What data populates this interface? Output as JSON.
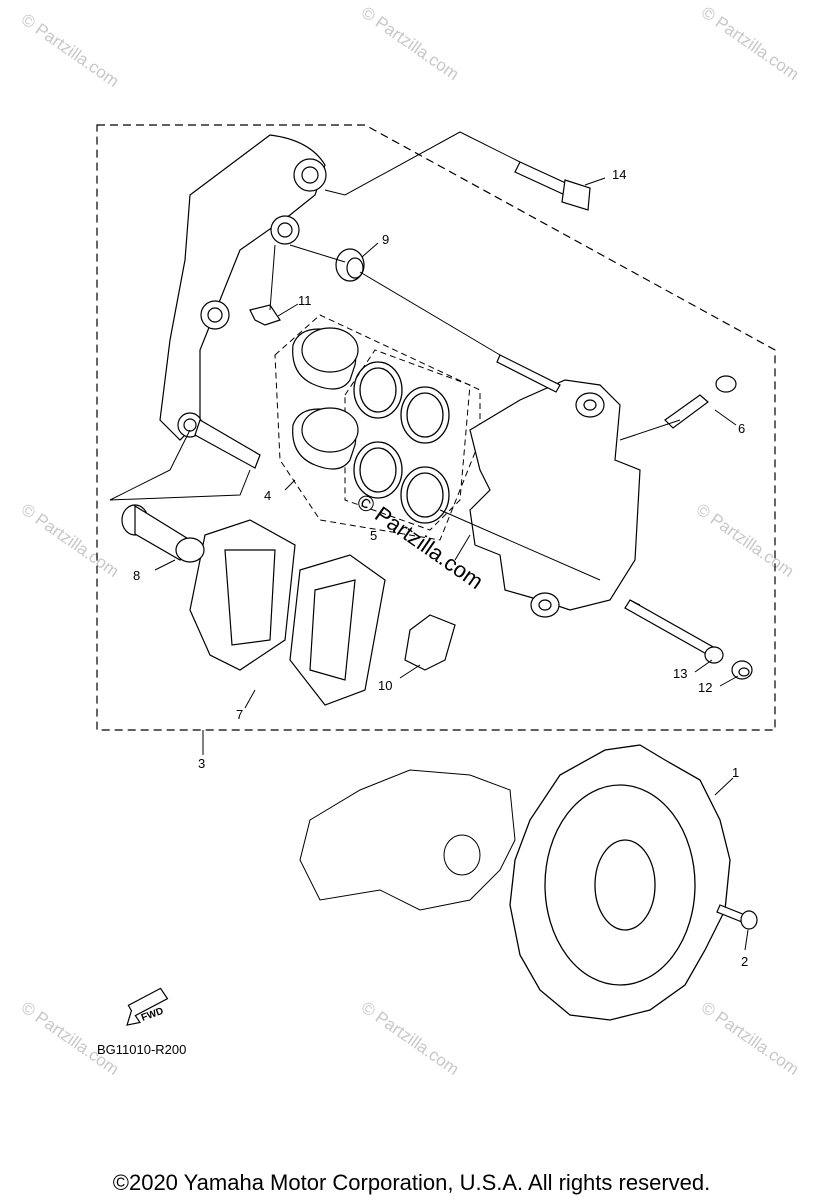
{
  "diagram": {
    "code": "BG11010-R200",
    "copyright": "©2020 Yamaha Motor Corporation, U.S.A. All rights reserved.",
    "watermark": "© Partzilla.com",
    "fwd_label": "FWD"
  },
  "callouts": {
    "c1": "1",
    "c2": "2",
    "c3": "3",
    "c4": "4",
    "c5": "5",
    "c6": "6",
    "c7": "7",
    "c8": "8",
    "c9": "9",
    "c10": "10",
    "c11": "11",
    "c12": "12",
    "c13": "13",
    "c14": "14"
  }
}
